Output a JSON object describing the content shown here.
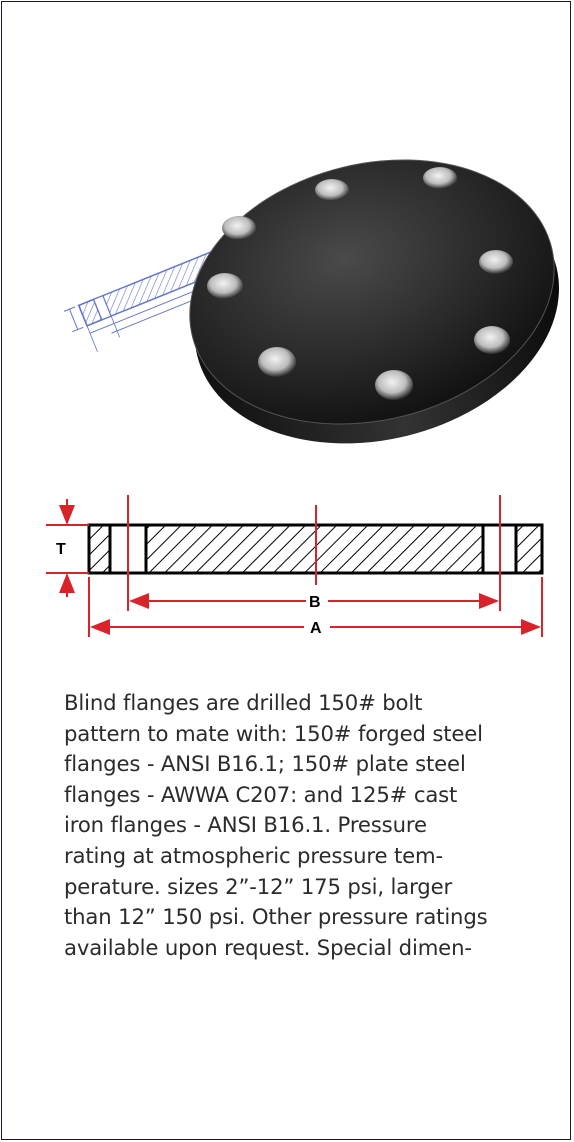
{
  "drawing": {
    "label_t": "T",
    "label_b": "B",
    "label_a": "A"
  },
  "description": "Blind flanges are drilled 150# bolt\npattern to mate with: 150# forged steel\nflanges - ANSI B16.1; 150# plate steel\nflanges - AWWA C207: and 125# cast\niron flanges - ANSI B16.1. Pressure\nrating at atmospheric pressure tem-\nperature. sizes 2”-12” 175 psi, larger\nthan 12” 150 psi. Other pressure ratings\navailable upon request. Special dimen-",
  "colors": {
    "dimension_red": "#d8232a",
    "flange_black": "#1c1c1c",
    "sketch_blue": "#4a5fc1"
  }
}
